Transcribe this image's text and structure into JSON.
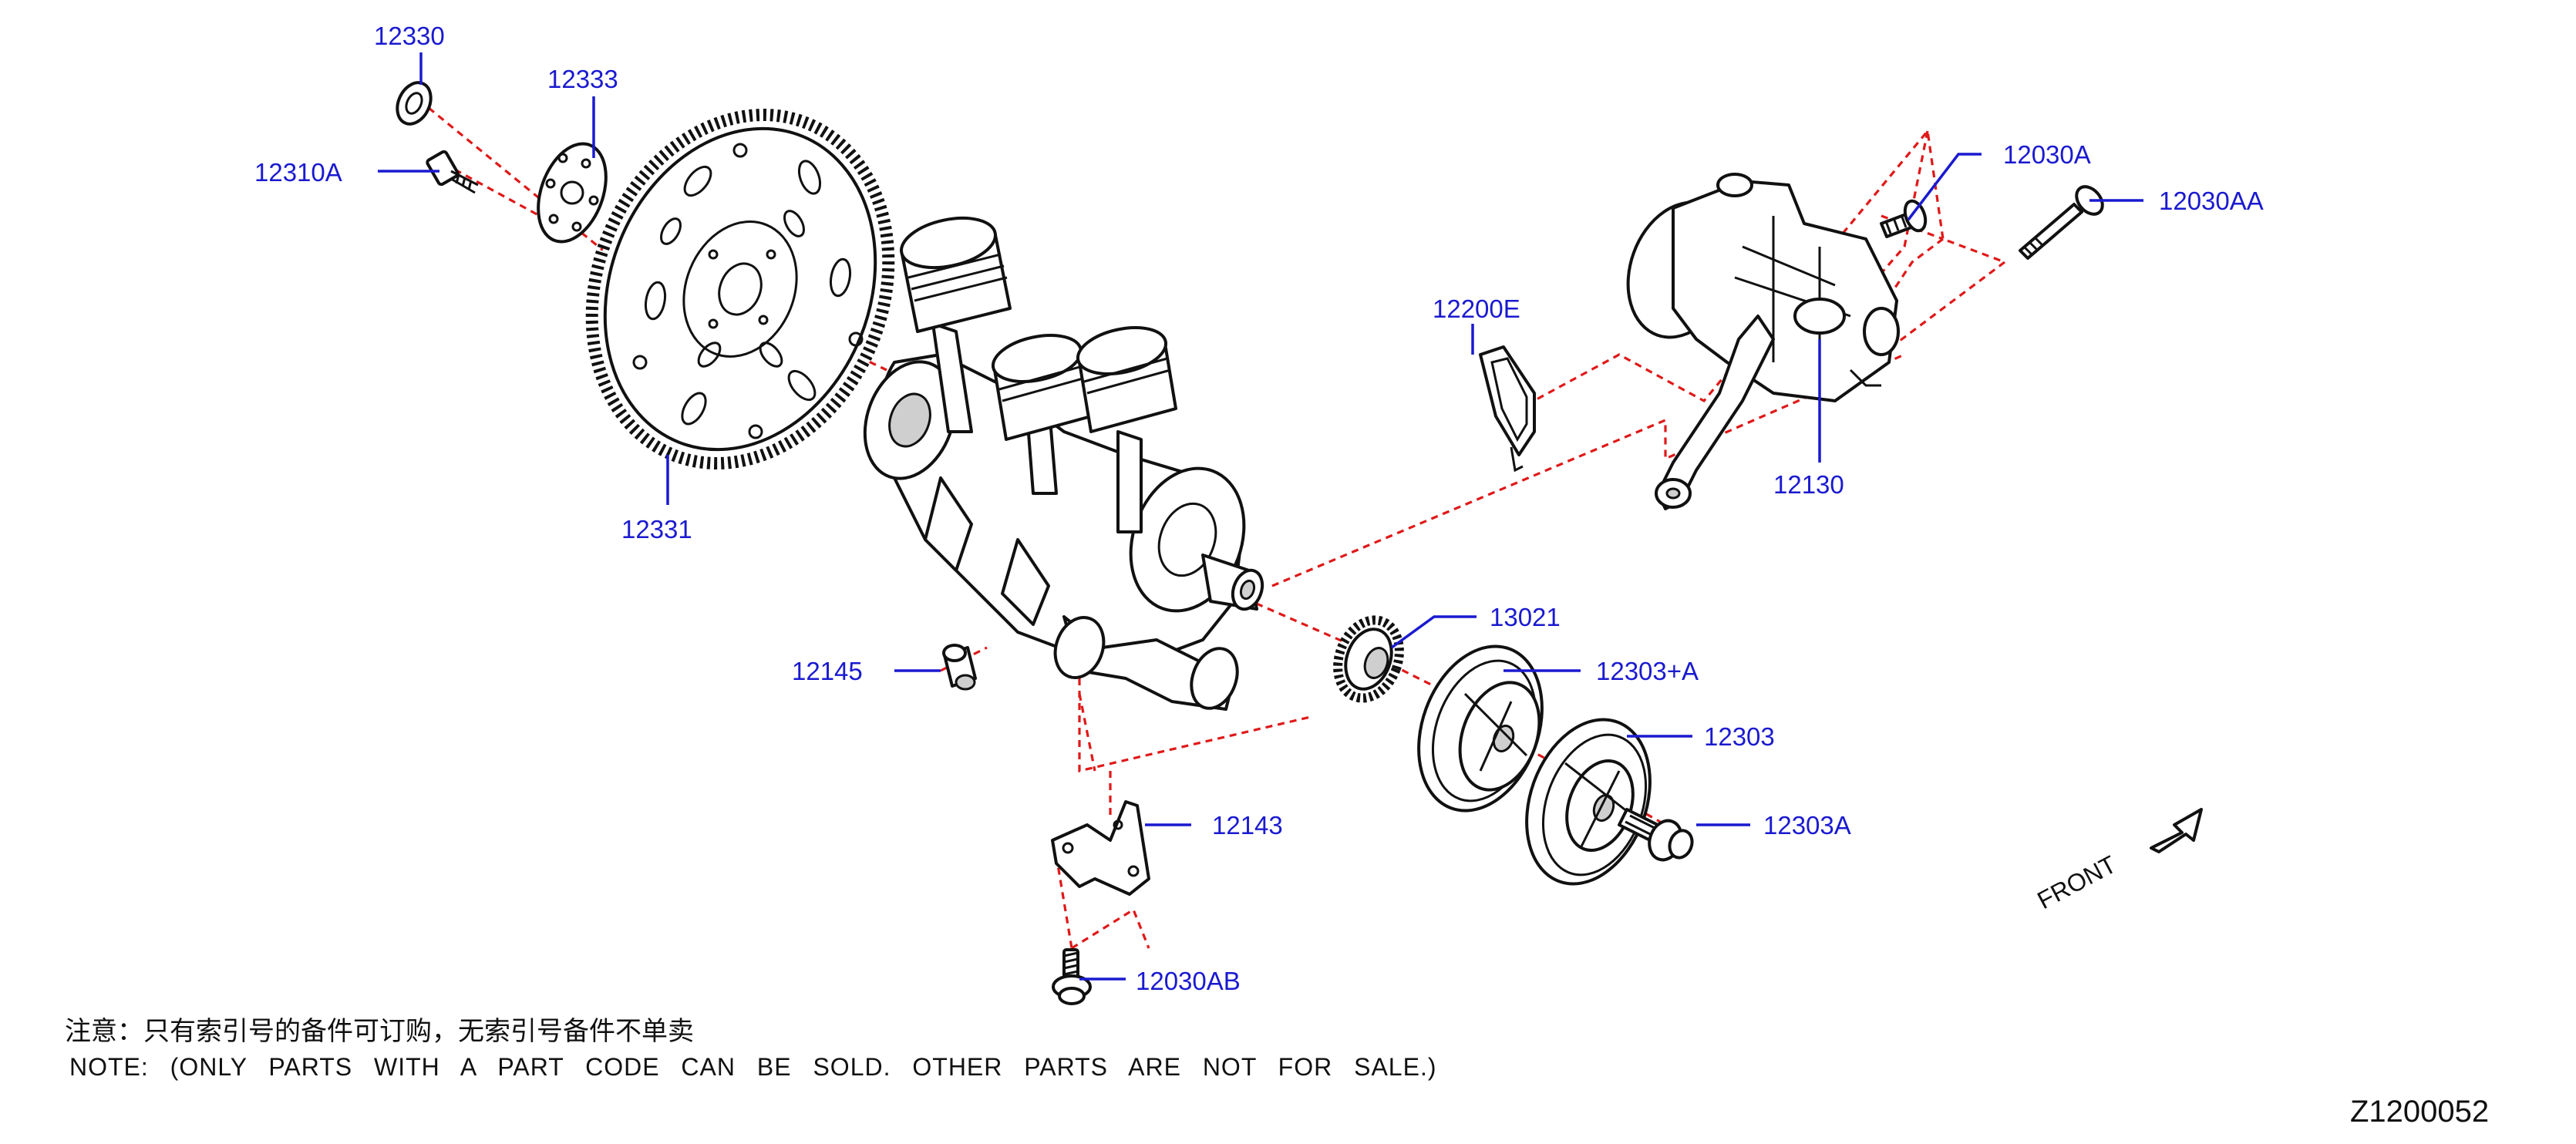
{
  "labels": {
    "p12330": "12330",
    "p12333": "12333",
    "p12310A": "12310A",
    "p12331": "12331",
    "p12145": "12145",
    "p13021": "13021",
    "p12303A_plus": "12303+A",
    "p12303": "12303",
    "p12303A": "12303A",
    "p12143": "12143",
    "p12030AB": "12030AB",
    "p12200E": "12200E",
    "p12030A": "12030A",
    "p12030AA": "12030AA",
    "p12130": "12130"
  },
  "direction": "FRONT",
  "note_cn": "注意：只有索引号的备件可订购，无索引号备件不单卖",
  "note_en": "NOTE:  (ONLY PARTS WITH A PART CODE CAN BE SOLD. OTHER PARTS ARE NOT FOR SALE.)",
  "diagram_code": "Z1200052",
  "colors": {
    "label": "#1a1ad0",
    "dash": "#e01818",
    "ink": "#111111"
  }
}
